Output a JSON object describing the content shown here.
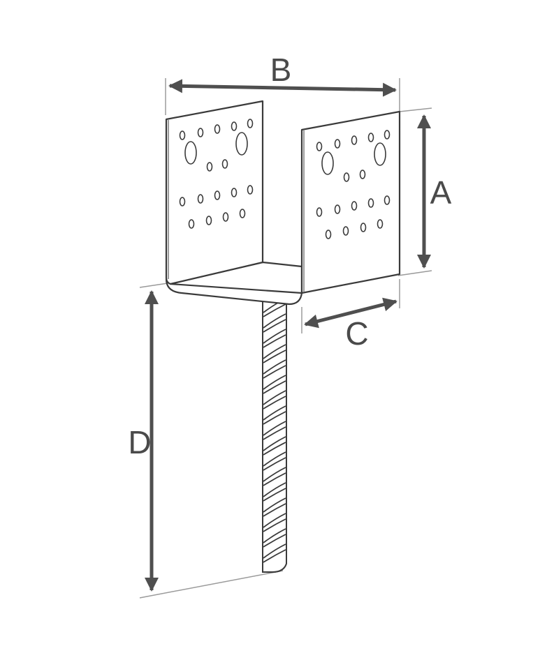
{
  "diagram": {
    "labels": {
      "a": "A",
      "b": "B",
      "c": "C",
      "d": "D"
    },
    "colors": {
      "outline": "#3a3a3a",
      "dimension": "#4f4f4f",
      "extension": "#9a9a9a",
      "fill": "#ffffff"
    }
  }
}
